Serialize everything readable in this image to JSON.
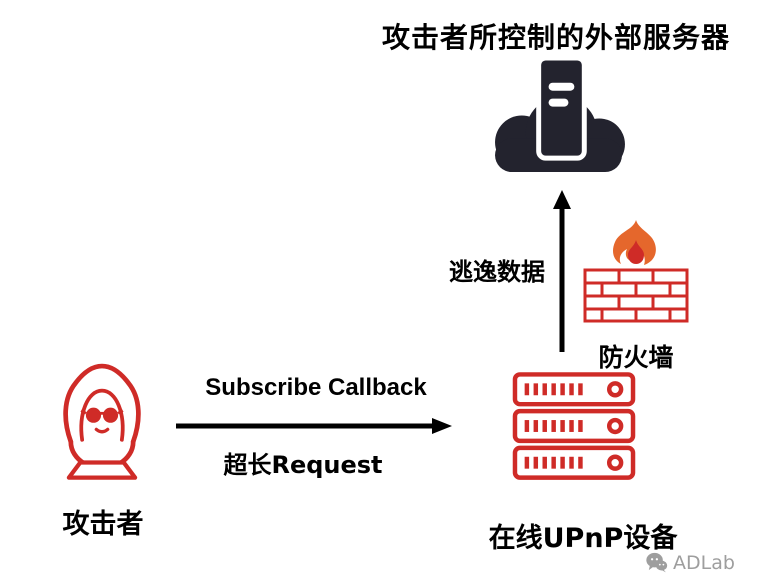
{
  "diagram": {
    "title": "攻击者所控制的外部服务器",
    "nodes": [
      {
        "id": "external-server",
        "icon": "cloud-server-icon",
        "label": ""
      },
      {
        "id": "firewall",
        "icon": "firewall-icon",
        "label": "防火墙"
      },
      {
        "id": "attacker",
        "icon": "hacker-icon",
        "label": "攻击者"
      },
      {
        "id": "upnp-device",
        "icon": "server-rack-icon",
        "label": "在线UPnP设备"
      }
    ],
    "edges": [
      {
        "from": "attacker",
        "to": "upnp-device",
        "direction": "right",
        "label_top": "Subscribe Callback",
        "label_bottom": "超长Request"
      },
      {
        "from": "upnp-device",
        "to": "external-server",
        "direction": "up",
        "label": "逃逸数据"
      }
    ]
  },
  "watermark": {
    "icon": "wechat-logo-icon",
    "text": "ADLab"
  },
  "colors": {
    "dark": "#23232e",
    "red": "#cf2b27",
    "orange": "#e5672c",
    "ink": "#000000",
    "watermark_gray": "#9e9e9e"
  }
}
